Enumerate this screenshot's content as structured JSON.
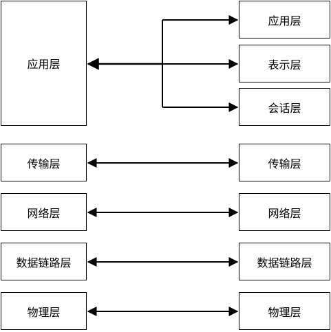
{
  "diagram": {
    "left_top_box": {
      "label": "应用层"
    },
    "right_top_boxes": [
      {
        "label": "应用层"
      },
      {
        "label": "表示层"
      },
      {
        "label": "会话层"
      }
    ],
    "rows": [
      {
        "left": "传输层",
        "right": "传输层"
      },
      {
        "left": "网络层",
        "right": "网络层"
      },
      {
        "left": "数据链路层",
        "right": "数据链路层"
      },
      {
        "left": "物理层",
        "right": "物理层"
      }
    ],
    "colors": {
      "stroke": "#000000",
      "fill": "#ffffff",
      "text": "#000000"
    }
  }
}
